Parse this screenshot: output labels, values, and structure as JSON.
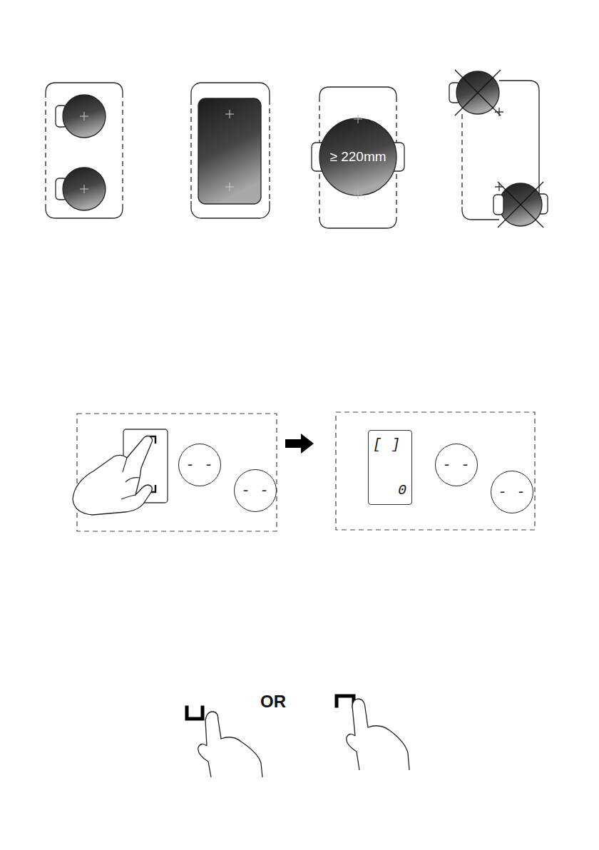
{
  "diagram": {
    "nodes": [
      {
        "text": [
          "≥ 220mm"
        ]
      },
      {
        "text": [
          "- -"
        ]
      },
      {
        "text": [
          "- -"
        ]
      },
      {
        "text": [
          "[ ]",
          "0"
        ]
      },
      {
        "text": [
          "- -"
        ]
      },
      {
        "text": [
          "- -"
        ]
      }
    ],
    "labels": [
      "OR"
    ]
  }
}
